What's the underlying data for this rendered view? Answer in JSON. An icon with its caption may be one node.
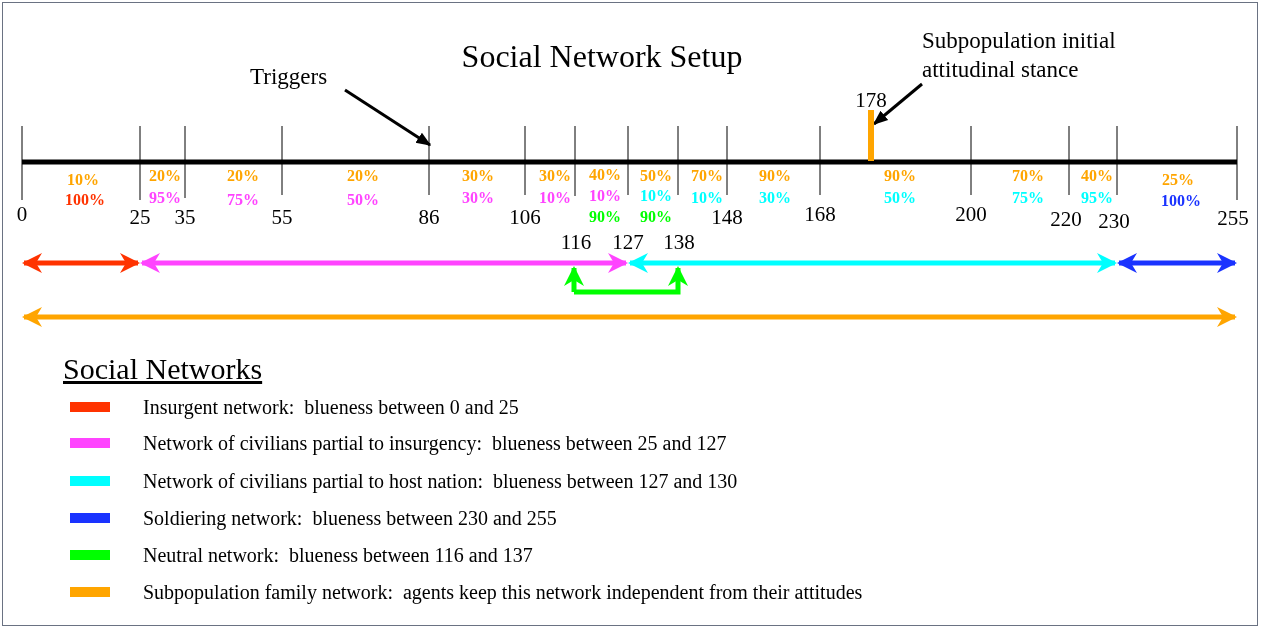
{
  "diagram": {
    "title": "Social Network Setup",
    "nodes": [
      {
        "text": [
          "Triggers"
        ]
      },
      {
        "text": [
          "Subpopulation initial attitudinal stance"
        ]
      },
      {
        "text": [],
        "shape": "bar"
      }
    ],
    "edges": [
      {
        "from": 0,
        "to": null,
        "arrow": "to"
      },
      {
        "from": 1,
        "to": 2,
        "arrow": "to"
      }
    ],
    "labels": [
      "178",
      "10%",
      "20%",
      "20%",
      "20%",
      "30%",
      "30%",
      "40%",
      "50%",
      "70%",
      "90%",
      "90%",
      "70%",
      "40%",
      "25%",
      "100%",
      "95%",
      "75%",
      "50%",
      "30%",
      "10%",
      "10%",
      "10%",
      "10%",
      "30%",
      "50%",
      "75%",
      "95%",
      "100%",
      "0",
      "25",
      "35",
      "55",
      "86",
      "106",
      "90%",
      "90%",
      "148",
      "168",
      "200",
      "220",
      "230",
      "255",
      "116",
      "127",
      "138",
      "Social Networks"
    ],
    "legend": [
      {
        "text": "Insurgent network:  blueness between 0 and 25",
        "color": "#ff3300"
      },
      {
        "text": "Network of civilians partial to insurgency:  blueness between 25 and 127",
        "color": "#ff44ff"
      },
      {
        "text": "Network of civilians partial to host nation:  blueness between 127 and 130",
        "color": "#00ffff"
      },
      {
        "text": "Soldiering network:  blueness between 230 and 255",
        "color": "#1a33ff"
      },
      {
        "text": "Neutral network:  blueness between 116 and 137",
        "color": "#00ff00"
      },
      {
        "text": "Subpopulation family network:  agents keep this network independent from their attitudes",
        "color": "#ffa500"
      }
    ]
  }
}
